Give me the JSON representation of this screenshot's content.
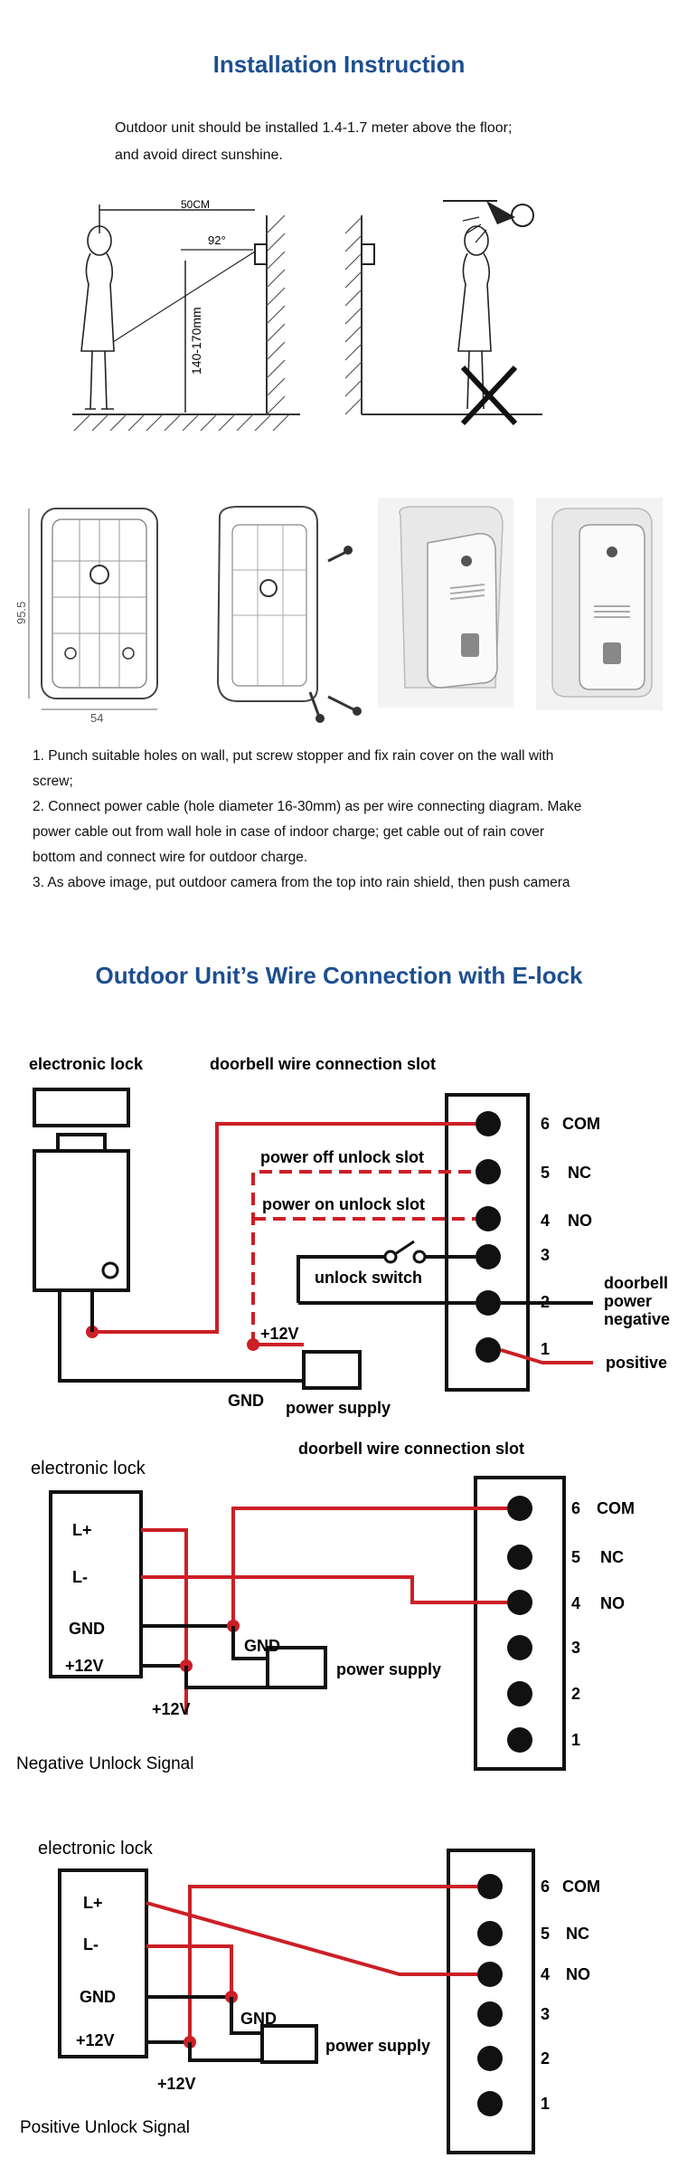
{
  "install": {
    "title": "Installation Instruction",
    "line1": "Outdoor unit should be installed 1.4-1.7 meter above the floor;",
    "line2": "and avoid direct sunshine.",
    "dim_distance": "50CM",
    "dim_angle": "92°",
    "dim_height": "140-170mm",
    "dim_w": "54",
    "dim_h": "95.5"
  },
  "steps": {
    "s1a": "1. Punch suitable holes on wall, put screw stopper and fix rain cover on the wall with",
    "s1b": "screw;",
    "s2a": "2. Connect power cable (hole diameter 16-30mm) as per wire connecting diagram. Make",
    "s2b": "power cable out from wall hole in case of indoor charge; get cable out of rain cover",
    "s2c": "bottom and connect wire for outdoor charge.",
    "s3": "3. As above image, put outdoor camera from the top into rain shield, then push camera"
  },
  "wiring": {
    "title": "Outdoor Unit’s Wire Connection with E-lock",
    "d1": {
      "lock_label": "electronic lock",
      "slot_label": "doorbell wire connection slot",
      "power_off": "power off unlock slot",
      "power_on": "power on unlock slot",
      "unlock_switch": "unlock switch",
      "v12": "+12V",
      "gnd": "GND",
      "power_supply": "power supply",
      "doorbell_neg_1": "doorbell",
      "doorbell_neg_2": "power",
      "doorbell_neg_3": "negative",
      "positive": "positive",
      "t6": "6",
      "com": "COM",
      "t5": "5",
      "nc": "NC",
      "t4": "4",
      "no": "NO",
      "t3": "3",
      "t2": "2",
      "t1": "1"
    },
    "d2": {
      "lock_label": "electronic lock",
      "slot_label": "doorbell wire connection slot",
      "lplus": "L+",
      "lminus": "L-",
      "gnd_in": "GND",
      "v12_in": "+12V",
      "gnd": "GND",
      "v12": "+12V",
      "power_supply": "power supply",
      "caption": "Negative Unlock Signal",
      "t6": "6",
      "com": "COM",
      "t5": "5",
      "nc": "NC",
      "t4": "4",
      "no": "NO",
      "t3": "3",
      "t2": "2",
      "t1": "1"
    },
    "d3": {
      "lock_label": "electronic lock",
      "lplus": "L+",
      "lminus": "L-",
      "gnd_in": "GND",
      "v12_in": "+12V",
      "gnd": "GND",
      "v12": "+12V",
      "power_supply": "power supply",
      "caption": "Positive Unlock Signal",
      "t6": "6",
      "com": "COM",
      "t5": "5",
      "nc": "NC",
      "t4": "4",
      "no": "NO",
      "t3": "3",
      "t2": "2",
      "t1": "1"
    }
  },
  "colors": {
    "title": "#1d4f91",
    "wire_red": "#cc1f26",
    "wire_black": "#111111"
  }
}
